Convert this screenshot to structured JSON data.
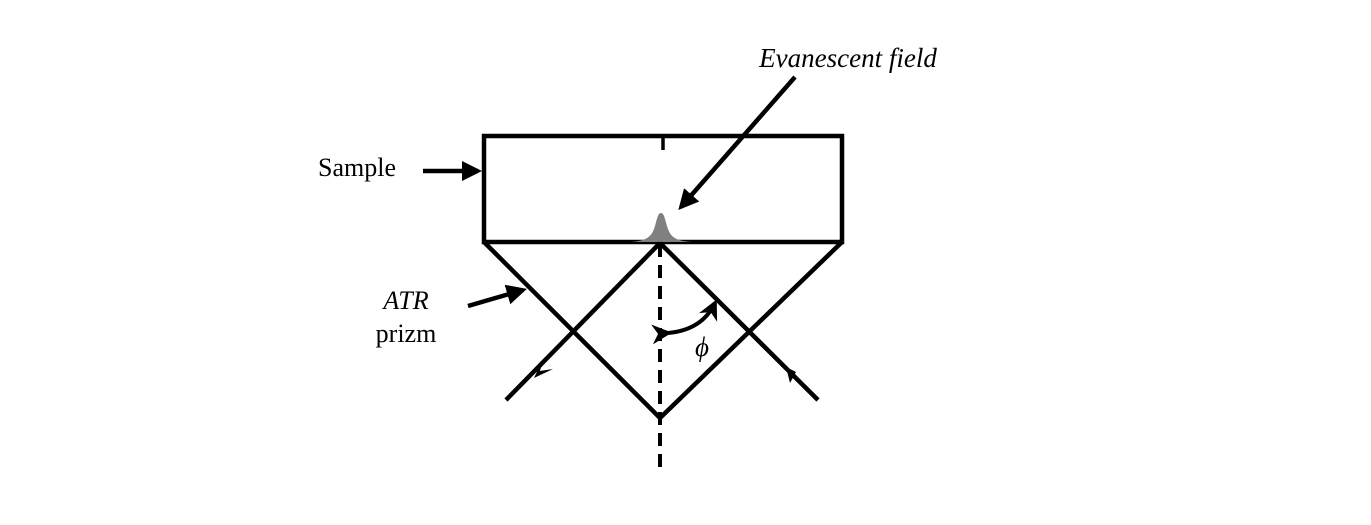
{
  "diagram": {
    "labels": {
      "evanescent": "Evanescent field",
      "sample": "Sample",
      "atr_line1": "ATR",
      "atr_line2": "prizm",
      "angle": "ϕ"
    },
    "colors": {
      "stroke": "#000000",
      "field": "#808080",
      "background": "#ffffff"
    }
  }
}
